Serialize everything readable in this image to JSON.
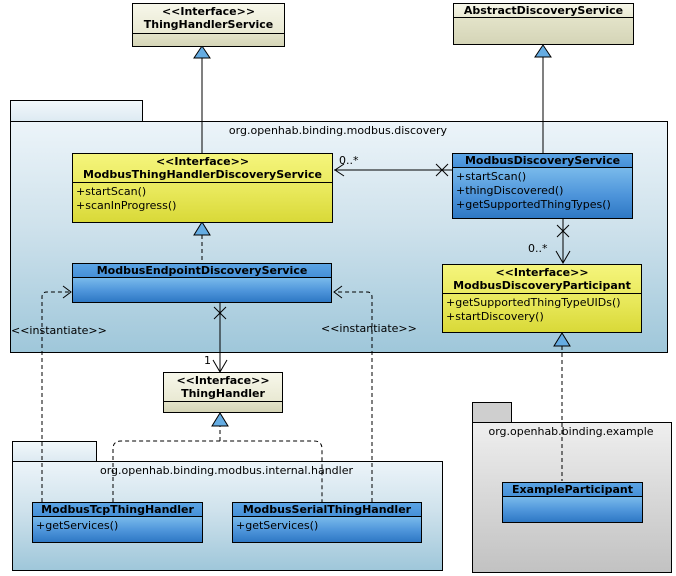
{
  "packages": {
    "discovery": {
      "title": "org.openhab.binding.modbus.discovery"
    },
    "internal_handler": {
      "title": "org.openhab.binding.modbus.internal.handler"
    },
    "example": {
      "title": "org.openhab.binding.example"
    }
  },
  "classes": {
    "thing_handler_service": {
      "stereotype": "<<Interface>>",
      "name": "ThingHandlerService"
    },
    "abstract_discovery_service": {
      "name": "AbstractDiscoveryService"
    },
    "modbus_thing_handler_discovery_service": {
      "stereotype": "<<Interface>>",
      "name": "ModbusThingHandlerDiscoveryService",
      "methods": [
        "+startScan()",
        "+scanInProgress()"
      ]
    },
    "modbus_discovery_service": {
      "name": "ModbusDiscoveryService",
      "methods": [
        "+startScan()",
        "+thingDiscovered()",
        "+getSupportedThingTypes()"
      ]
    },
    "modbus_endpoint_discovery_service": {
      "name": "ModbusEndpointDiscoveryService"
    },
    "modbus_discovery_participant": {
      "stereotype": "<<Interface>>",
      "name": "ModbusDiscoveryParticipant",
      "methods": [
        "+getSupportedThingTypeUIDs()",
        "+startDiscovery()"
      ]
    },
    "thing_handler": {
      "stereotype": "<<Interface>>",
      "name": "ThingHandler"
    },
    "modbus_tcp_thing_handler": {
      "name": "ModbusTcpThingHandler",
      "methods": [
        "+getServices()"
      ]
    },
    "modbus_serial_thing_handler": {
      "name": "ModbusSerialThingHandler",
      "methods": [
        "+getServices()"
      ]
    },
    "example_participant": {
      "name": "ExampleParticipant"
    }
  },
  "edge_labels": {
    "handlers_multiplicity": "0..*",
    "participants_multiplicity": "0..*",
    "thing_handler_multiplicity": "1",
    "instantiate_left": "<<instantiate>>",
    "instantiate_right": "<<instantiate>>"
  },
  "colors": {
    "interface_yellow": "#e8e85a",
    "class_blue_title": "#4690d8",
    "class_blue_body_top": "#79baeb",
    "class_blue_body_bottom": "#2e78c4",
    "external_beige": "#f2f2e2",
    "external_beige_compartment": "#d9d9bd",
    "package_blue_top": "#ecf4f9",
    "package_blue_bottom": "#9fc7da",
    "package_gray": "#d5d5d5",
    "triangle_arrow_fill": "#65ace2",
    "line_color": "#000000"
  }
}
